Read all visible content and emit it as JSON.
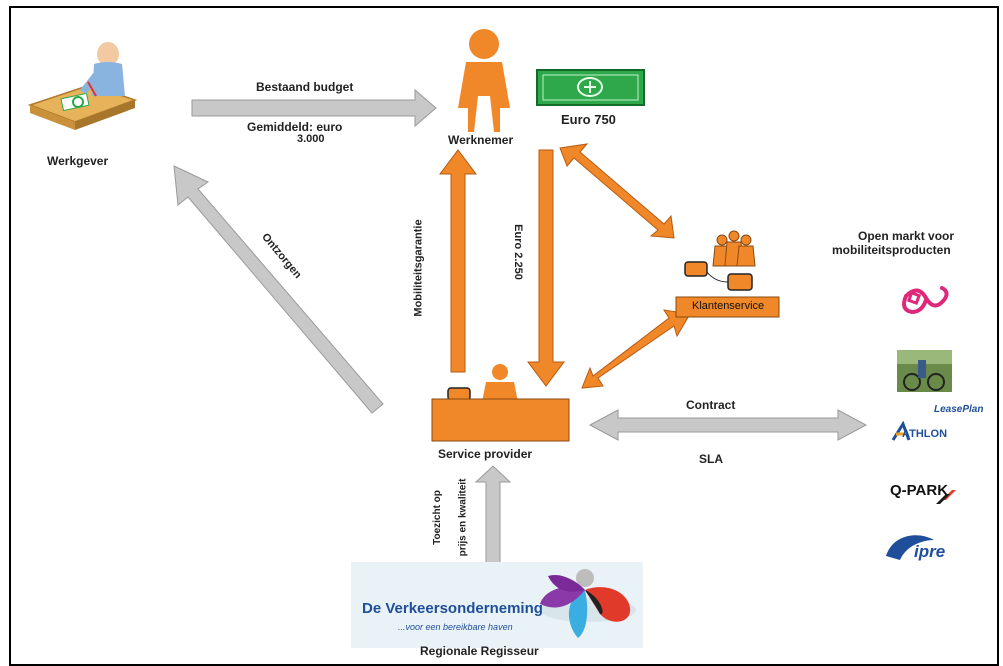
{
  "labels": {
    "werkgever": "Werkgever",
    "werknemer": "Werknemer",
    "euro750": "Euro 750",
    "bestaand_budget": "Bestaand budget",
    "gemiddeld_line1": "Gemiddeld: euro",
    "gemiddeld_line2": "3.000",
    "ontzorgen": "Ontzorgen",
    "mobiliteitsgarantie": "Mobiliteitsgarantie",
    "euro2250": "Euro 2.250",
    "klantenservice": "Klantenservice",
    "service_provider": "Service provider",
    "contract": "Contract",
    "sla": "SLA",
    "toezicht_line1": "Toezicht op",
    "toezicht_line2": "prijs en kwaliteit",
    "regionale_regisseur": "Regionale Regisseur",
    "open_markt_line1": "Open markt voor",
    "open_markt_line2": "mobiliteitsproducten",
    "verkeers_title": "De Verkeersonderneming",
    "verkeers_sub": "...voor een bereikbare haven"
  },
  "logos": {
    "leaseplan": "LeasePlan",
    "athlon": "ATHLON",
    "qpark": "Q-PARK",
    "ipre": "ipre"
  },
  "colors": {
    "orange": "#f0882a",
    "gray_arrow": "#c8c8c8",
    "green_bill": "#2ea84a",
    "pink_logo": "#e0287a",
    "blue_logo": "#1f4e9a"
  }
}
